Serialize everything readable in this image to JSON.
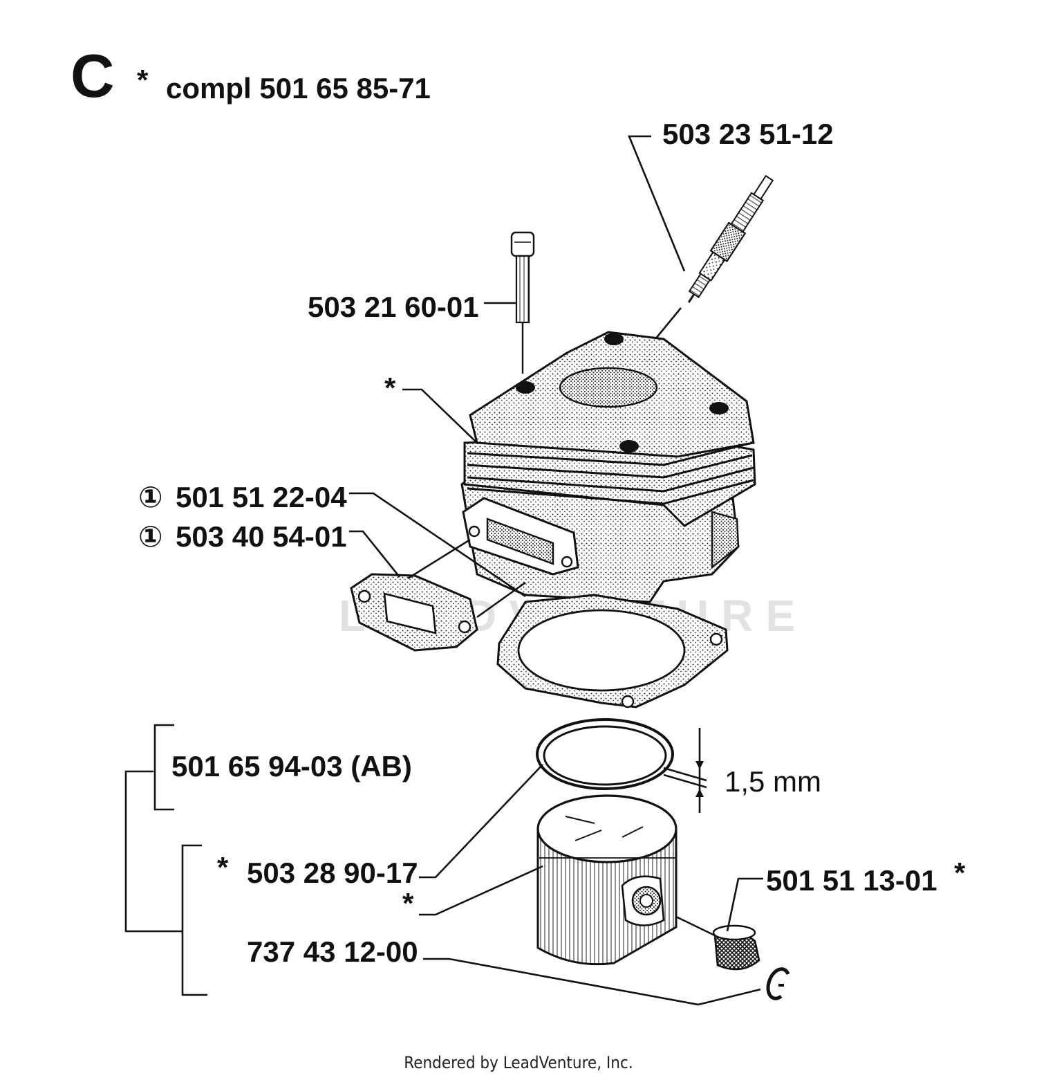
{
  "section": {
    "letter": "C",
    "star": "*",
    "complete_label": "compl 501 65 85-71"
  },
  "parts": {
    "spark_plug": "503 23 51-12",
    "screw": "503 21 60-01",
    "cylinder_star": "*",
    "gasket_1": "501 51 22-04",
    "gasket_2": "503 40 54-01",
    "piston_kit": "501 65 94-03 (AB)",
    "ring_dimension": "1,5 mm",
    "piston_ring": "503 28 90-17",
    "piston_ring_star": "*",
    "piston_star": "*",
    "needle_bearing": "501 51 13-01",
    "needle_bearing_star": "*",
    "circlip": "737 43 12-00",
    "circled_marker": "①"
  },
  "watermark": "LEADVENTURE",
  "footer": "Rendered by LeadVenture, Inc."
}
